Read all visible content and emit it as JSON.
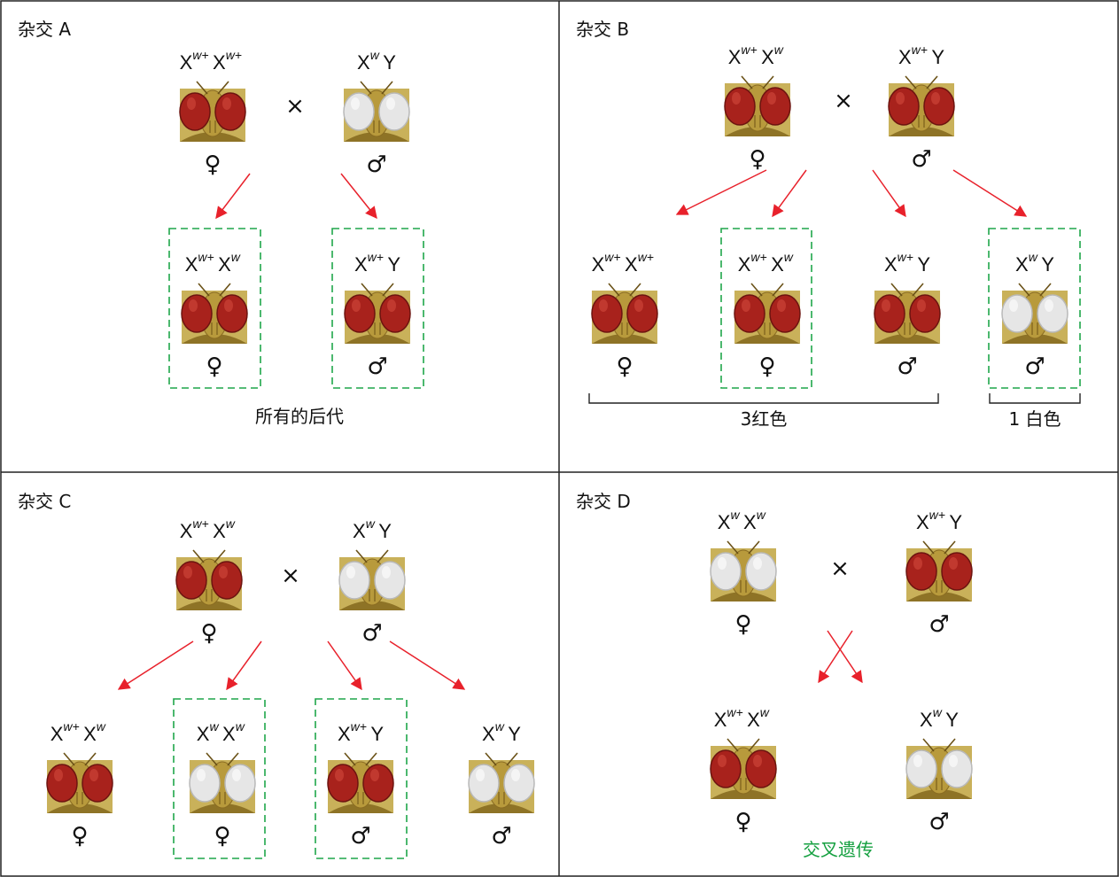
{
  "colors": {
    "arrow": "#e8212b",
    "dashed_box": "#1fa64a",
    "border": "#222222",
    "red_eye": "#a8221c",
    "white_eye": "#e6e6e6",
    "head": "#b89a3c",
    "caption_green": "#15a040"
  },
  "symbols": {
    "female": "♀",
    "male": "♂",
    "cross": "×"
  },
  "panels": {
    "A": {
      "title": "杂交 A",
      "parents": [
        {
          "geno": "X^{w+}X^{w+}",
          "eye": "red",
          "sex": "female"
        },
        {
          "geno": "X^{w}Y",
          "eye": "white",
          "sex": "male"
        }
      ],
      "offspring": [
        {
          "geno": "X^{w+}X^{w}",
          "eye": "red",
          "sex": "female",
          "boxed": true
        },
        {
          "geno": "X^{w+}Y",
          "eye": "red",
          "sex": "male",
          "boxed": true
        }
      ],
      "caption": "所有的后代"
    },
    "B": {
      "title": "杂交 B",
      "parents": [
        {
          "geno": "X^{w+}X^{w}",
          "eye": "red",
          "sex": "female"
        },
        {
          "geno": "X^{w+}Y",
          "eye": "red",
          "sex": "male"
        }
      ],
      "offspring": [
        {
          "geno": "X^{w+}X^{w+}",
          "eye": "red",
          "sex": "female",
          "boxed": false
        },
        {
          "geno": "X^{w+}X^{w}",
          "eye": "red",
          "sex": "female",
          "boxed": true
        },
        {
          "geno": "X^{w+}Y",
          "eye": "red",
          "sex": "male",
          "boxed": false
        },
        {
          "geno": "X^{w}Y",
          "eye": "white",
          "sex": "male",
          "boxed": true
        }
      ],
      "brackets": [
        "3红色",
        "1 白色"
      ]
    },
    "C": {
      "title": "杂交 C",
      "parents": [
        {
          "geno": "X^{w+}X^{w}",
          "eye": "red",
          "sex": "female"
        },
        {
          "geno": "X^{w}Y",
          "eye": "white",
          "sex": "male"
        }
      ],
      "offspring": [
        {
          "geno": "X^{w+}X^{w}",
          "eye": "red",
          "sex": "female",
          "boxed": false
        },
        {
          "geno": "X^{w}X^{w}",
          "eye": "white",
          "sex": "female",
          "boxed": true
        },
        {
          "geno": "X^{w+}Y",
          "eye": "red",
          "sex": "male",
          "boxed": true
        },
        {
          "geno": "X^{w}Y",
          "eye": "white",
          "sex": "male",
          "boxed": false
        }
      ]
    },
    "D": {
      "title": "杂交 D",
      "parents": [
        {
          "geno": "X^{w}X^{w}",
          "eye": "white",
          "sex": "female"
        },
        {
          "geno": "X^{w+}Y",
          "eye": "red",
          "sex": "male"
        }
      ],
      "offspring": [
        {
          "geno": "X^{w+}X^{w}",
          "eye": "red",
          "sex": "female",
          "boxed": false
        },
        {
          "geno": "X^{w}Y",
          "eye": "white",
          "sex": "male",
          "boxed": false
        }
      ],
      "caption": "交叉遗传"
    }
  }
}
